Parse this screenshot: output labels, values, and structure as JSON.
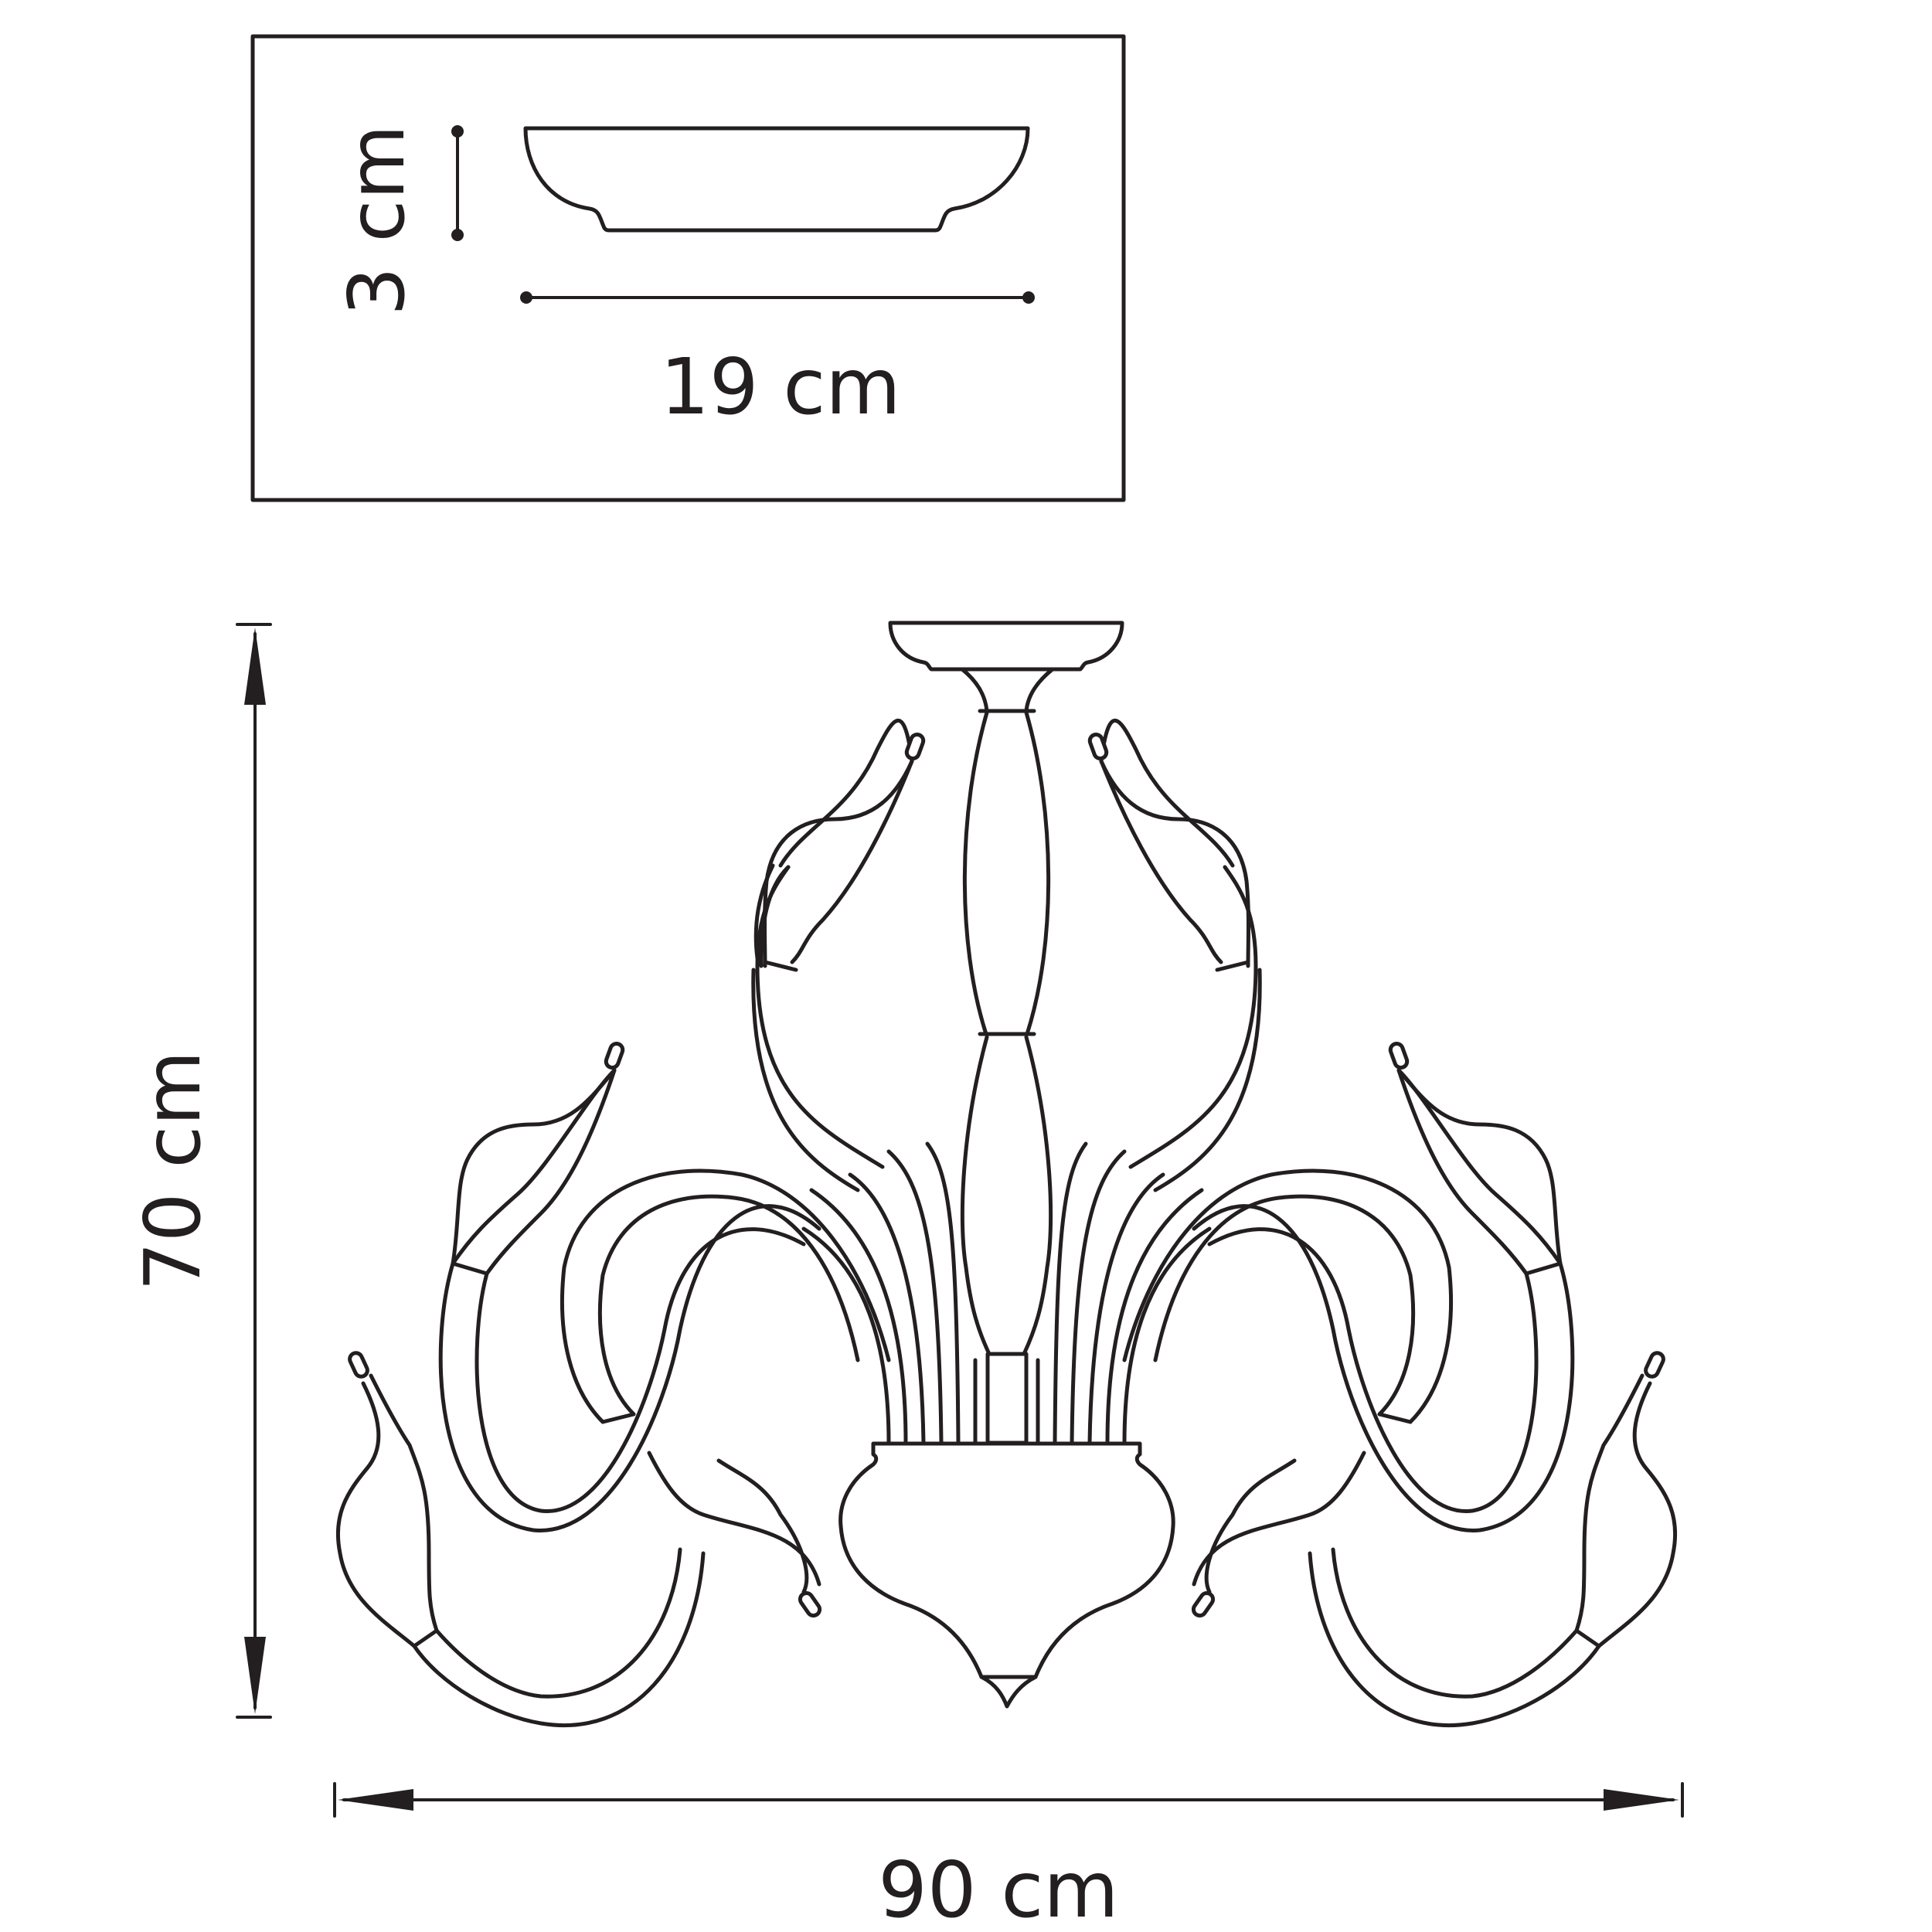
{
  "canopy_detail": {
    "height_label": "3 cm",
    "diameter_label": "19 cm"
  },
  "chandelier": {
    "height_label": "70 cm",
    "width_label": "90 cm"
  }
}
